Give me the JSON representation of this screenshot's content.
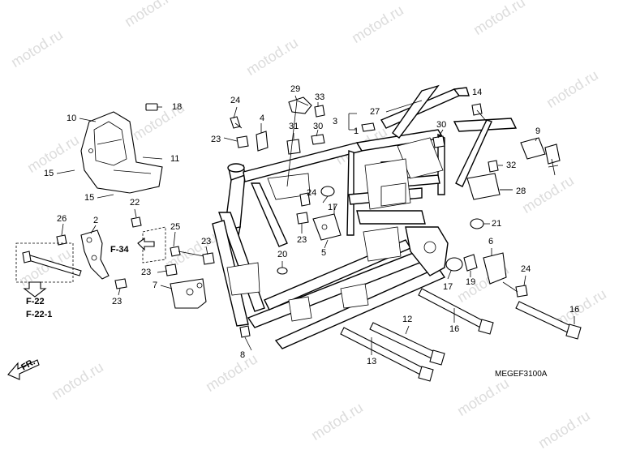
{
  "diagram": {
    "watermark": "motod.ru",
    "diagram_code": "MEGEF3100A",
    "front_indicator": "FR.",
    "ref_f34": "F-34",
    "ref_f22": "F-22",
    "ref_f221": "F-22-1",
    "callouts": {
      "c1": "1",
      "c2": "2",
      "c3": "3",
      "c4": "4",
      "c5": "5",
      "c6": "6",
      "c7": "7",
      "c8": "8",
      "c9": "9",
      "c10": "10",
      "c11": "11",
      "c12": "12",
      "c13": "13",
      "c14": "14",
      "c15a": "15",
      "c15b": "15",
      "c16a": "16",
      "c16b": "16",
      "c17a": "17",
      "c17b": "17",
      "c18": "18",
      "c19": "19",
      "c20": "20",
      "c21": "21",
      "c22": "22",
      "c23a": "23",
      "c23b": "23",
      "c23c": "23",
      "c23d": "23",
      "c23e": "23",
      "c24a": "24",
      "c24b": "24",
      "c24c": "24",
      "c25": "25",
      "c26": "26",
      "c27": "27",
      "c28": "28",
      "c29": "29",
      "c30a": "30",
      "c30b": "30",
      "c31": "31",
      "c32": "32",
      "c33": "33"
    }
  }
}
